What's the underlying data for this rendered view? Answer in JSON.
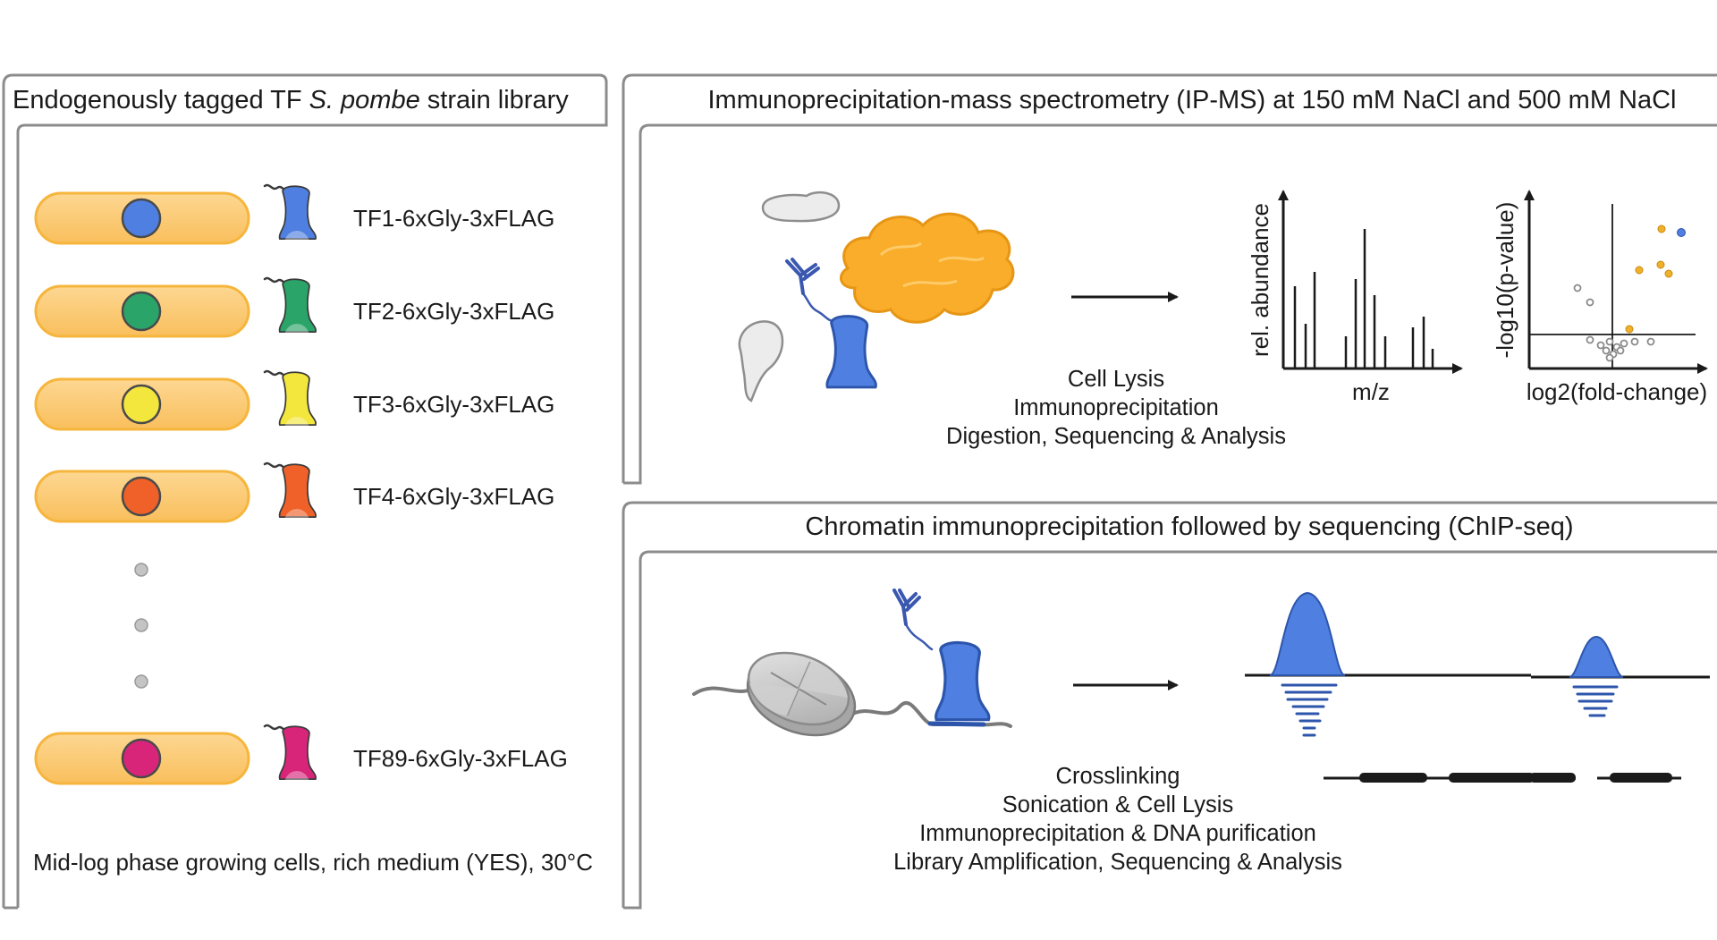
{
  "left_panel": {
    "title_prefix": "Endogenously tagged TF ",
    "title_italic": "S. pombe",
    "title_suffix": " strain library",
    "strains": [
      {
        "label": "TF1-6xGly-3xFLAG",
        "color": "#4f7fe0"
      },
      {
        "label": "TF2-6xGly-3xFLAG",
        "color": "#2aa468"
      },
      {
        "label": "TF3-6xGly-3xFLAG",
        "color": "#f3e63d"
      },
      {
        "label": "TF4-6xGly-3xFLAG",
        "color": "#ef6128"
      },
      {
        "label": "TF89-6xGly-3xFLAG",
        "color": "#d8257a"
      }
    ],
    "footer": "Mid-log phase growing cells, rich medium (YES), 30°C"
  },
  "ipms_panel": {
    "title": "Immunoprecipitation-mass spectrometry (IP-MS) at 150 mM NaCl and 500 mM NaCl",
    "steps": [
      "Cell Lysis",
      "Immunoprecipitation",
      "Digestion, Sequencing & Analysis"
    ],
    "spectrum": {
      "ylabel": "rel. abundance",
      "xlabel": "m/z"
    },
    "volcano": {
      "ylabel": "-log10(p-value)",
      "xlabel": "log2(fold-change)"
    }
  },
  "chip_panel": {
    "title": "Chromatin immunoprecipitation followed by sequencing (ChIP-seq)",
    "steps": [
      "Crosslinking",
      "Sonication & Cell Lysis",
      "Immunoprecipitation & DNA purification",
      "Library Amplification, Sequencing & Analysis"
    ]
  },
  "colors": {
    "cell_fill": "#fbc97a",
    "cell_stroke": "#f6b53c",
    "tf_blue": "#4f7fe0",
    "complex_orange": "#f9ad2a",
    "panel_border": "#8c8c8c"
  }
}
